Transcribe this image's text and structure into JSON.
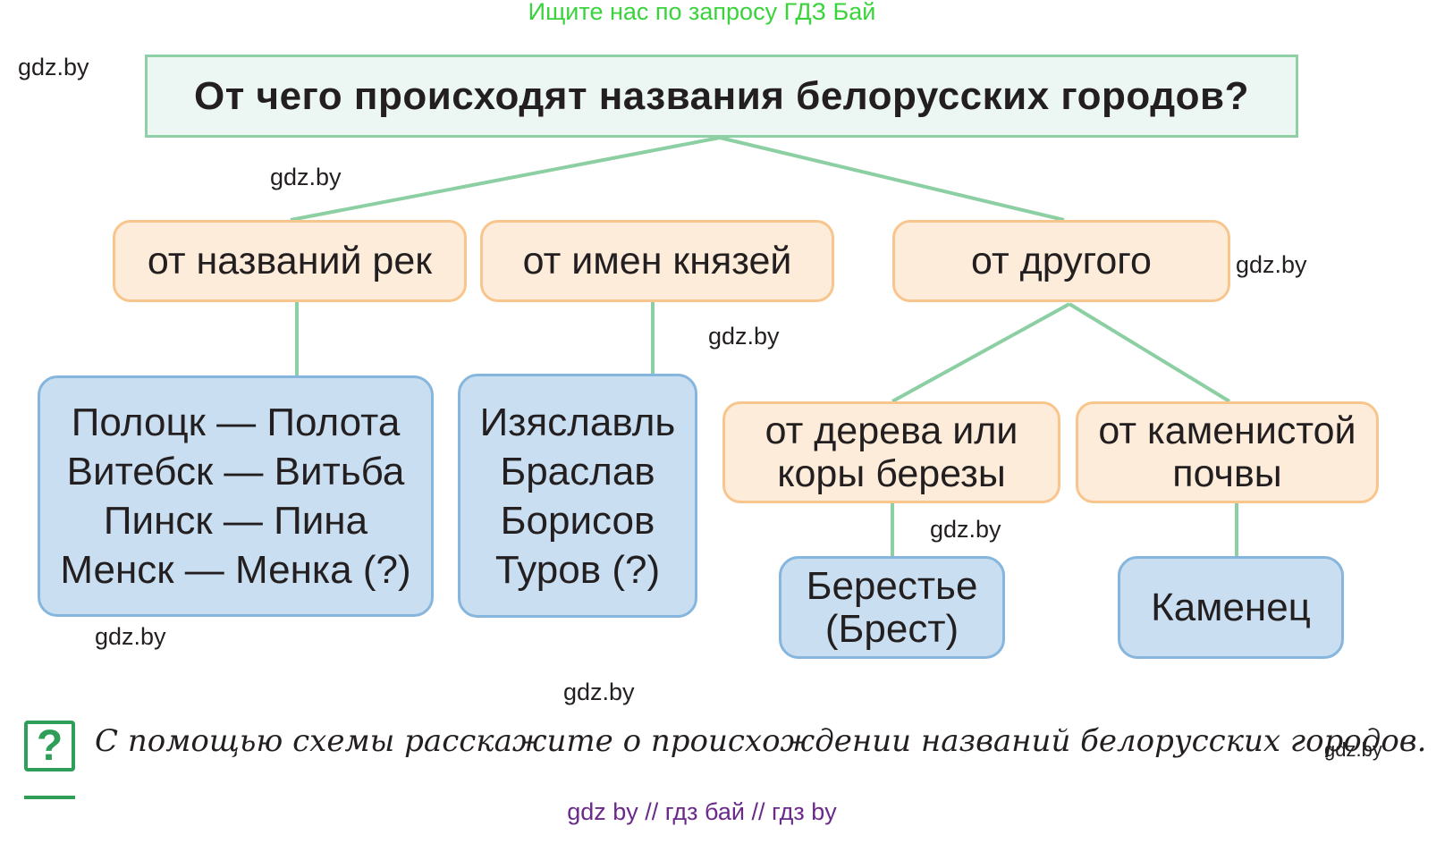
{
  "header_note": "Ищите нас по запросу ГДЗ Бай",
  "title": "От чего происходят названия белорусских городов?",
  "categories": [
    {
      "label": "от названий рек"
    },
    {
      "label": "от имен князей"
    },
    {
      "label": "от другого"
    }
  ],
  "subcategories": [
    {
      "label": "от дерева или коры березы"
    },
    {
      "label": "от каменистой почвы"
    }
  ],
  "examples": {
    "rivers": [
      "Полоцк — Полота",
      "Витебск — Витьба",
      "Пинск — Пина",
      "Менск — Менка (?)"
    ],
    "princes": [
      "Изяславль",
      "Браслав",
      "Борисов",
      "Туров (?)"
    ],
    "tree": [
      "Берестье",
      "(Брест)"
    ],
    "stone": [
      "Каменец"
    ]
  },
  "watermark": "gdz.by",
  "task": {
    "icon_symbol": "?",
    "text": "С помощью схемы расскажите о происхождении названий белорусских городов."
  },
  "footer": "gdz by  //  гдз бай  //  гдз by",
  "colors": {
    "line": "#8ccfa3",
    "title_fill": "#ecf6f2",
    "category_fill": "#fdecd9",
    "category_border": "#f8c58d",
    "example_fill": "#c9def0",
    "example_border": "#86b6dd",
    "header_note": "#39d33b",
    "footer": "#6a2a8a"
  }
}
